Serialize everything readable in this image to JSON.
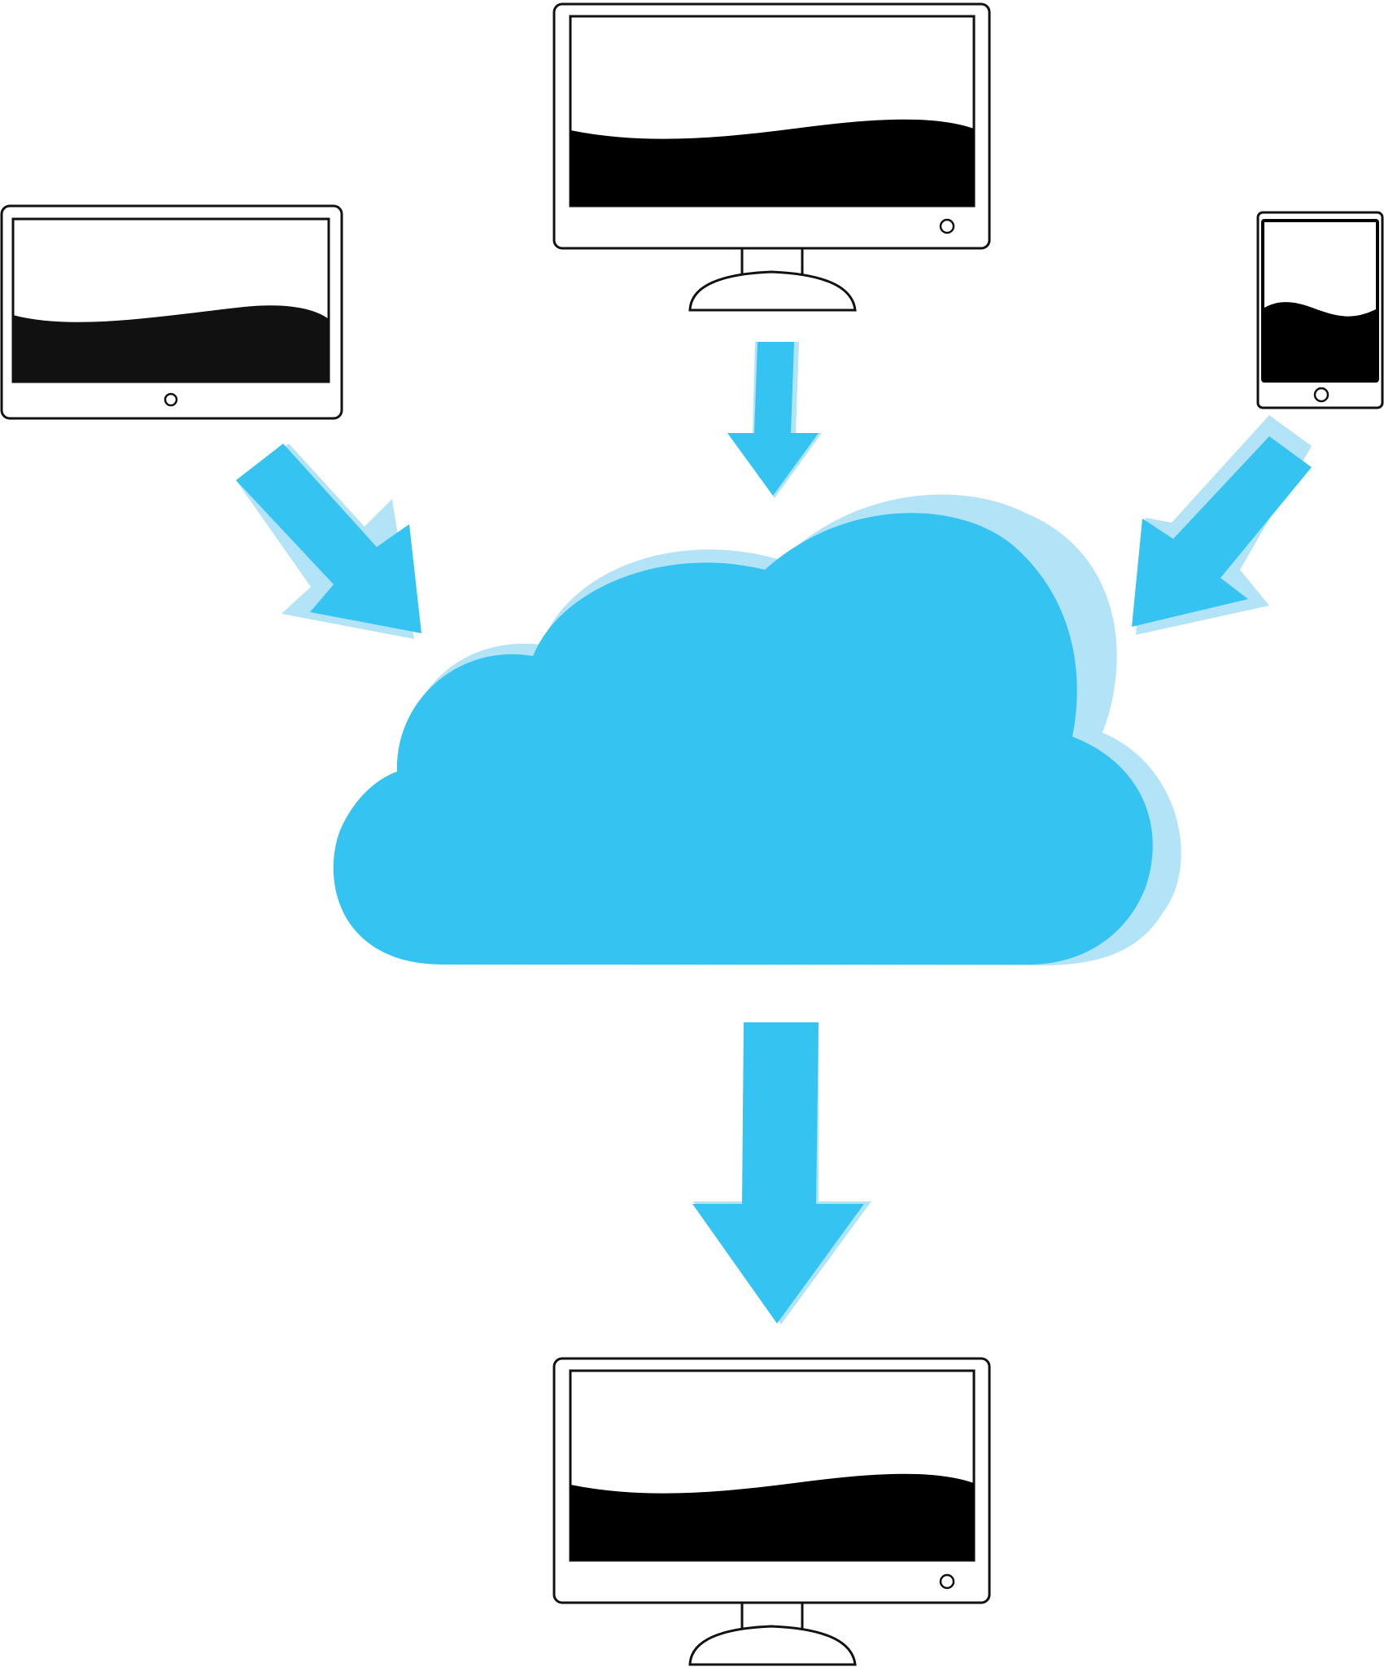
{
  "diagram": {
    "kind": "cloud-sync",
    "colors": {
      "background": "#ffffff",
      "cloud": "#35c4f2",
      "cloud_shadow": "#b3e3f6",
      "arrow": "#35c4f2",
      "arrow_shadow": "#b3e3f6",
      "device_outline": "#111111",
      "device_body": "#ffffff",
      "screen_wave": "#000000"
    },
    "nodes": [
      {
        "id": "tablet-left",
        "icon": "tablet-icon"
      },
      {
        "id": "monitor-top",
        "icon": "monitor-icon"
      },
      {
        "id": "phone-right",
        "icon": "smartphone-icon"
      },
      {
        "id": "cloud-center",
        "icon": "cloud-icon"
      },
      {
        "id": "monitor-bottom",
        "icon": "monitor-icon"
      }
    ],
    "edges": [
      {
        "from": "tablet-left",
        "to": "cloud-center"
      },
      {
        "from": "monitor-top",
        "to": "cloud-center"
      },
      {
        "from": "phone-right",
        "to": "cloud-center"
      },
      {
        "from": "cloud-center",
        "to": "monitor-bottom"
      }
    ]
  }
}
